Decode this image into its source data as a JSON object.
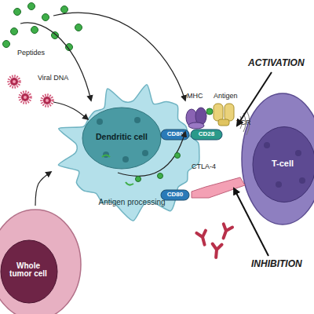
{
  "diagram": {
    "nodes": [
      {
        "text": [
          "Antigen processing"
        ]
      },
      {
        "text": [
          "Dendritic cell"
        ],
        "in": 0
      },
      {
        "text": [
          "CD80"
        ],
        "in": 0
      },
      {
        "text": [
          "CD28"
        ]
      },
      {
        "text": [
          "CD80"
        ],
        "in": 0
      },
      {
        "text": [
          "T-cell"
        ]
      },
      {
        "text": [
          "Whole tumor cell"
        ]
      }
    ],
    "edges": [
      {
        "from": 6,
        "to": 0,
        "arrow": "to"
      }
    ],
    "labels": [
      "Peptides",
      "Viral DNA",
      "MHC",
      "Antigen",
      "TCR",
      "CTLA-4",
      "ACTIVATION",
      "INHIBITION"
    ]
  }
}
